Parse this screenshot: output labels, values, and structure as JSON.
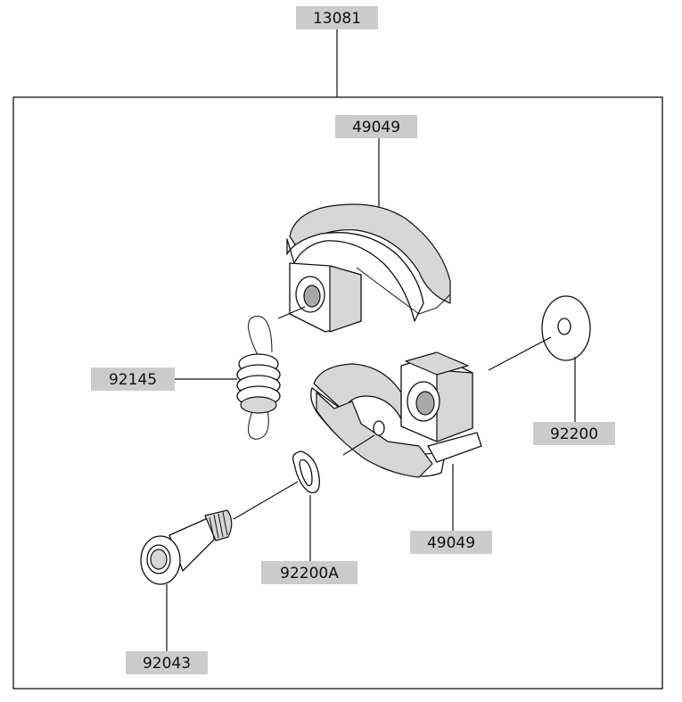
{
  "labels": {
    "assembly": "13081",
    "shoe_top": "49049",
    "spring": "92145",
    "washer": "92200",
    "shoe_bottom": "49049",
    "washer_a": "92200A",
    "bolt": "92043"
  },
  "colors": {
    "callout_fill": "#cccccc",
    "line": "#111111",
    "part_shade": "#d7d7d7"
  }
}
